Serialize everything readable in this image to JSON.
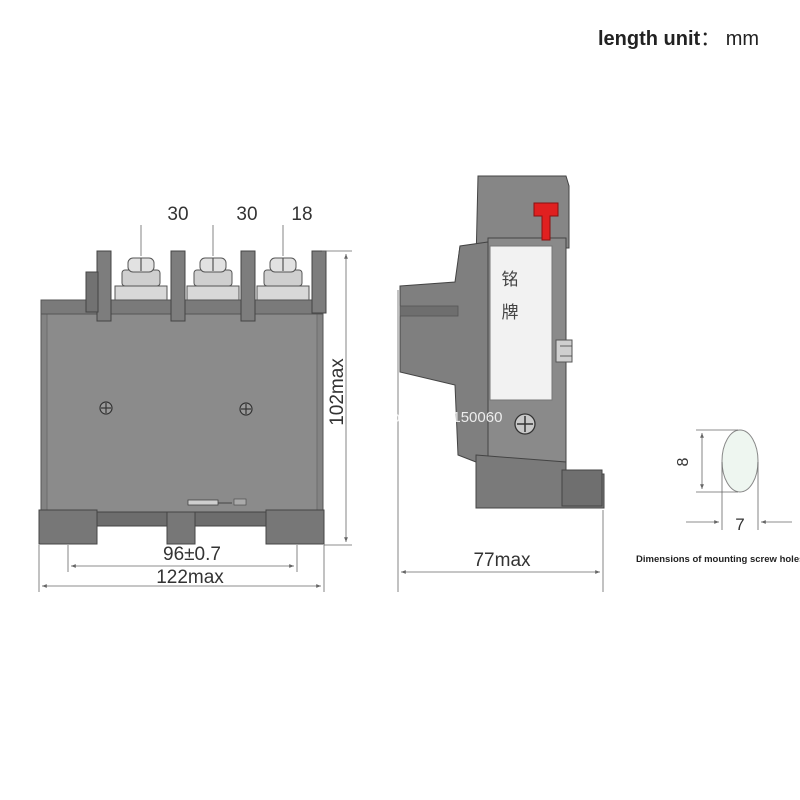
{
  "header": {
    "unit_key": "length unit",
    "unit_sep": "：",
    "unit_value": "mm"
  },
  "front_view": {
    "top_dims": [
      "30",
      "30",
      "18"
    ],
    "height_dim": "102max",
    "hole_spacing_dim": "96±0.7",
    "width_dim": "122max"
  },
  "side_view": {
    "nameplate_text": [
      "铭",
      "牌"
    ],
    "depth_dim": "77max"
  },
  "hole_detail": {
    "height_dim": "8",
    "width_dim": "7",
    "caption": "Dimensions of mounting screw holes"
  },
  "watermark": "Store No.:1150060",
  "colors": {
    "body": "#838383",
    "body_dark": "#6a6a6a",
    "terminal_plate": "#d8d8d8",
    "nameplate": "#f2f2f2",
    "indicator": "#e02020",
    "hole_fill": "#eef6f0",
    "dim_line": "#666666"
  }
}
